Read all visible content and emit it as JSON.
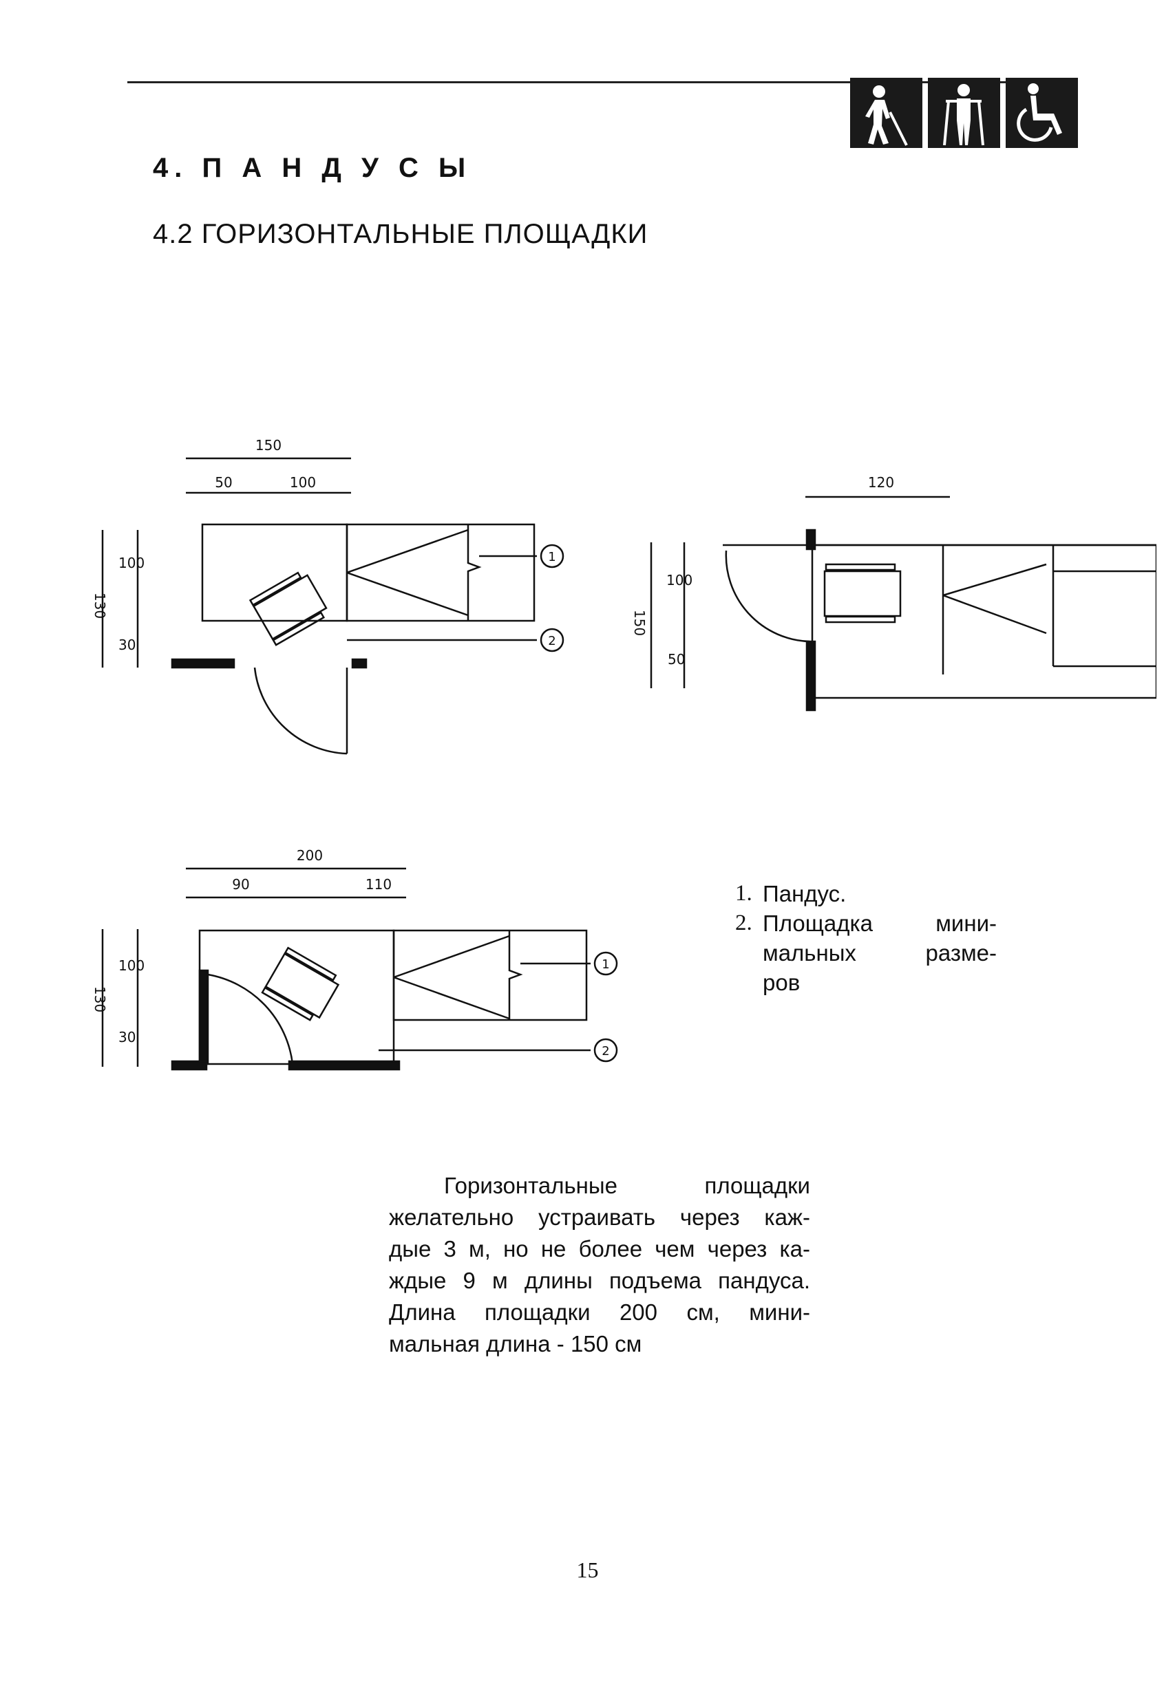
{
  "header": {
    "chapter": "4. П А Н Д У С Ы",
    "section": "4.2  ГОРИЗОНТАЛЬНЫЕ ПЛОЩАДКИ",
    "icons": [
      "blind-person-icon",
      "crutches-person-icon",
      "wheelchair-icon"
    ]
  },
  "diagrams": {
    "one": {
      "total_width": "150",
      "w1": "50",
      "w2": "100",
      "height": "130",
      "h1": "100",
      "h2": "30",
      "callout1": "1",
      "callout2": "2"
    },
    "two": {
      "width": "120",
      "height": "150",
      "h1": "100",
      "h2": "50"
    },
    "three": {
      "total_width": "200",
      "w1": "90",
      "w2": "110",
      "height": "130",
      "h1": "100",
      "h2": "30",
      "callout1": "1",
      "callout2": "2"
    }
  },
  "legend": {
    "item1_num": "1.",
    "item1_text": "Пандус.",
    "item2_num": "2.",
    "item2_lines": [
      "Площадка мини-",
      "мальных разме-",
      "ров"
    ]
  },
  "paragraph": [
    "Горизонтальные площадки",
    "желательно устраивать через каж-",
    "дые 3 м, но не более чем через ка-",
    "ждые 9 м длины подъема пандуса.",
    "Длина площадки 200 см, мини-",
    "мальная длина - 150 см"
  ],
  "page_number": "15"
}
